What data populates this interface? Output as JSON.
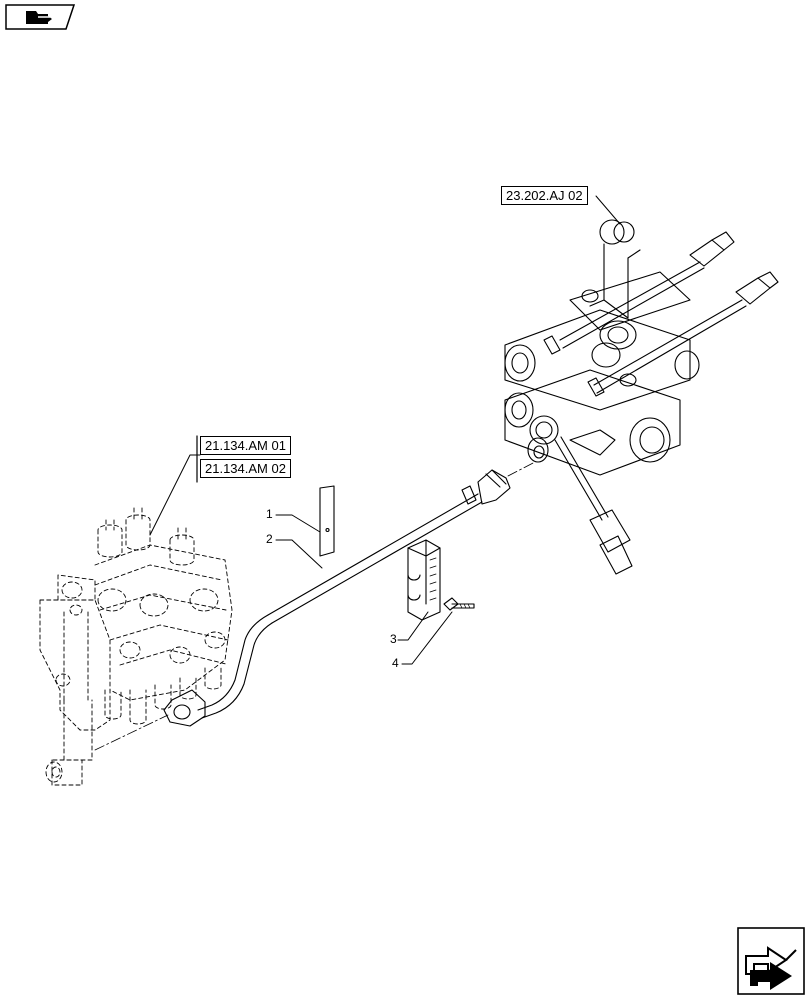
{
  "references": {
    "valve_top": "23.202.AJ 02",
    "valve_left_1": "21.134.AM 01",
    "valve_left_2": "21.134.AM 02"
  },
  "callouts": [
    "1",
    "2",
    "3",
    "4"
  ],
  "icons": {
    "top_left": "previous-section-icon",
    "bottom_right": "next-section-icon"
  }
}
